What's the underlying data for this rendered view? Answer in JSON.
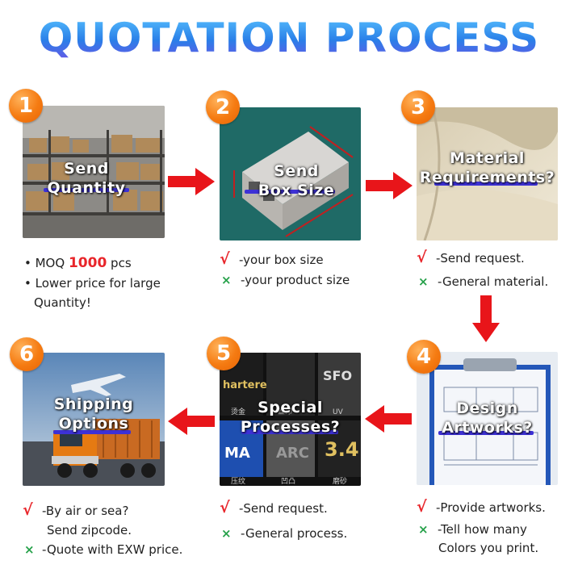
{
  "title": "QUOTATION PROCESS",
  "colors": {
    "accent_orange": "#f57b12",
    "arrow_red": "#e8151a",
    "title_blue": "#2f8cf0",
    "underline": "#3d31d6",
    "check_red": "#e8252a",
    "cross_green": "#26a14a"
  },
  "steps": [
    {
      "number": "1",
      "label_line1": "Send",
      "label_line2": "Quantity",
      "bullet1_prefix": "• MOQ ",
      "bullet1_number": "1000",
      "bullet1_suffix": " pcs",
      "bullet2_line1": "• Lower price for large",
      "bullet2_line2": "Quantity!"
    },
    {
      "number": "2",
      "label_line1": "Send",
      "label_line2": "Box Size",
      "check_text": "-your box size",
      "cross_text": "-your product size"
    },
    {
      "number": "3",
      "label_line1": "Material",
      "label_line2": "Requirements?",
      "check_text": "-Send request.",
      "cross_text": "-General material."
    },
    {
      "number": "4",
      "label_line1": "Design",
      "label_line2": "Artworks?",
      "check_text": "-Provide artworks.",
      "cross_text_line1": "-Tell how many",
      "cross_text_line2": "Colors you print."
    },
    {
      "number": "5",
      "label_line1": "Special",
      "label_line2": "Processes?",
      "check_text": "-Send request.",
      "cross_text": "-General process."
    },
    {
      "number": "6",
      "label_line1": "Shipping",
      "label_line2": "Options",
      "check_text_line1": "-By air or sea?",
      "check_text_line2": "Send zipcode.",
      "cross_text": "-Quote with EXW price."
    }
  ],
  "symbols": {
    "check": "√",
    "cross": "×"
  },
  "icons": [
    "right-arrow-icon",
    "down-arrow-icon",
    "left-arrow-icon",
    "check-mark-icon",
    "cross-mark-icon"
  ]
}
